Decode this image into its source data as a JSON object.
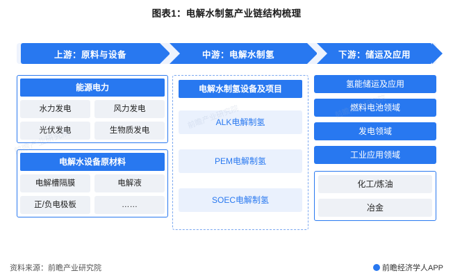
{
  "title": "图表1：电解水制氢产业链结构梳理",
  "stages": [
    {
      "label": "上游：原料与设备"
    },
    {
      "label": "中游：电解水制氢"
    },
    {
      "label": "下游：储运及应用"
    }
  ],
  "upstream": {
    "group1": {
      "header": "能源电力",
      "rows": [
        [
          "水力发电",
          "风力发电"
        ],
        [
          "光伏发电",
          "生物质发电"
        ]
      ]
    },
    "group2": {
      "header": "电解水设备原材料",
      "rows": [
        [
          "电解槽隔膜",
          "电解液"
        ],
        [
          "正/负电极板",
          "……"
        ]
      ]
    }
  },
  "midstream": {
    "header": "电解水制氢设备及项目",
    "items": [
      "ALK电解制氢",
      "PEM电解制氢",
      "SOEC电解制氢"
    ]
  },
  "downstream": {
    "header": "氢能储运及应用",
    "blue_items": [
      "燃料电池领域",
      "发电领域",
      "工业应用领域"
    ],
    "gray_items": [
      "化工/炼油",
      "冶金"
    ]
  },
  "footer": {
    "source": "资料来源：前瞻产业研究院",
    "brand": "前瞻经济学人APP"
  },
  "watermarks": [
    "前瞻产业研究院",
    "前瞻产业研究院",
    "前瞻产业研究院"
  ],
  "colors": {
    "accent": "#2878f0",
    "band": "#eef3fd",
    "cell": "#eef1f6",
    "mid_cell": "#eaf1fd"
  }
}
